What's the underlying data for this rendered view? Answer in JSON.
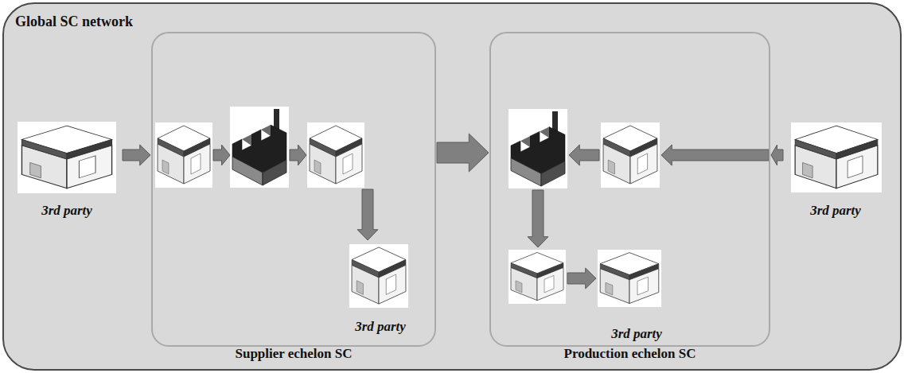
{
  "diagram": {
    "nodes": [
      {
        "text": [
          "Global SC network"
        ]
      },
      {
        "text": [
          "Supplier echelon SC"
        ],
        "in": 0
      },
      {
        "text": [
          "Production echelon SC"
        ],
        "in": 0
      },
      {
        "text": [
          "3rd party"
        ],
        "in": 0
      },
      {
        "text": [
          "3rd party"
        ],
        "in": 1
      },
      {
        "text": [
          "3rd party"
        ],
        "in": 2
      },
      {
        "text": [
          "3rd party"
        ],
        "in": 0
      }
    ],
    "edges": [
      {
        "from": 1,
        "to": 2,
        "arrow": "to"
      },
      {
        "from": 3,
        "to": 1,
        "arrow": "to"
      },
      {
        "from": 6,
        "to": 2,
        "arrow": "to"
      }
    ]
  }
}
